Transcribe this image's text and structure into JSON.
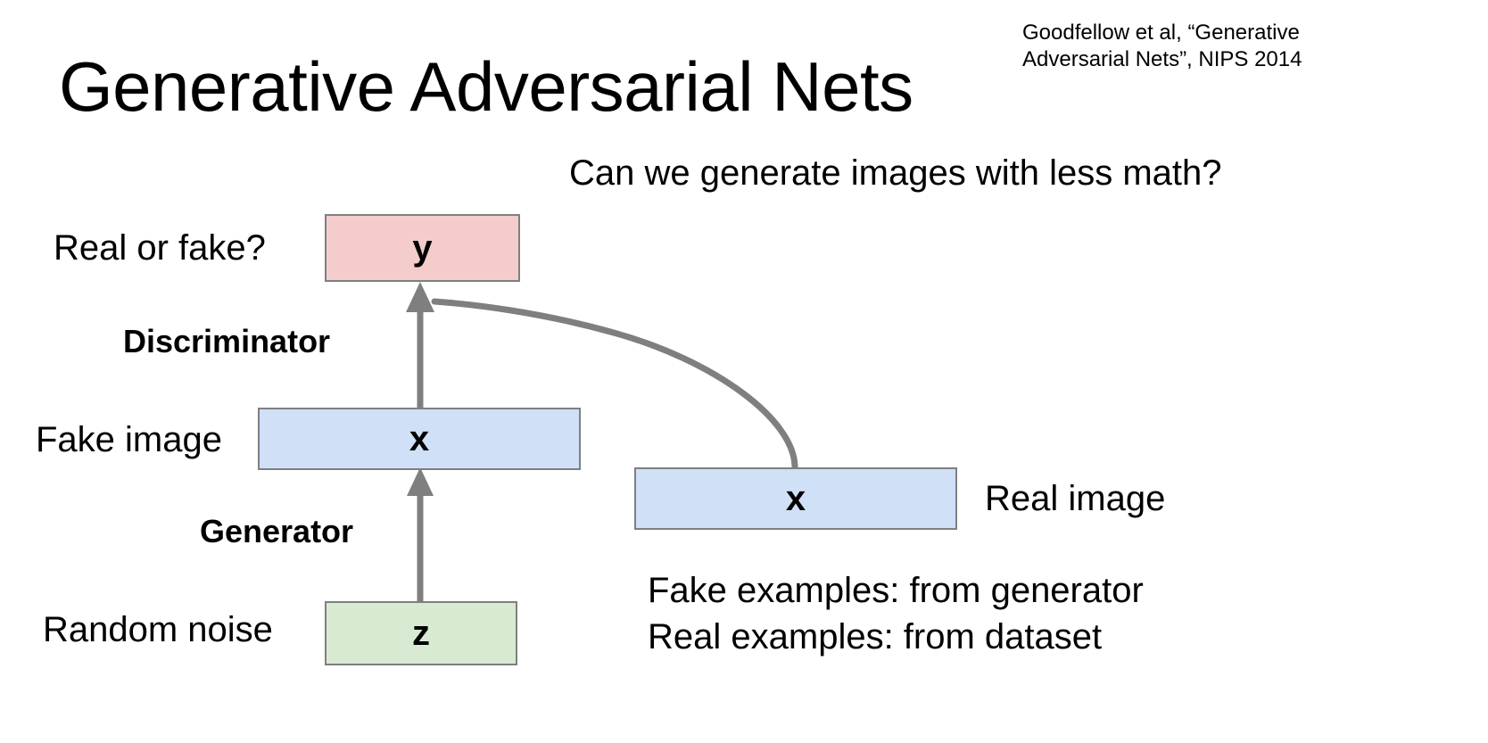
{
  "slide": {
    "title": "Generative Adversarial Nets",
    "subtitle_question": "Can we generate images with less math?",
    "background_color": "#ffffff"
  },
  "citation": {
    "line1": "Goodfellow et al, “Generative",
    "line2": "Adversarial Nets”, NIPS 2014"
  },
  "diagram": {
    "nodes": [
      {
        "id": "y",
        "symbol": "y",
        "side_label": "Real or fake?",
        "fill": "#f4cccc",
        "border": "#7f7f7f"
      },
      {
        "id": "x_fake",
        "symbol": "x",
        "side_label": "Fake image",
        "fill": "#cfe0f7",
        "border": "#7f7f7f"
      },
      {
        "id": "z",
        "symbol": "z",
        "side_label": "Random noise",
        "fill": "#d9ead3",
        "border": "#7f7f7f"
      },
      {
        "id": "x_real",
        "symbol": "x",
        "side_label": "Real image",
        "fill": "#cfe0f7",
        "border": "#7f7f7f"
      }
    ],
    "edges": [
      {
        "id": "z_to_x",
        "label": "Generator",
        "from": "z",
        "to": "x_fake",
        "arrow_color": "#7f7f7f"
      },
      {
        "id": "x_to_y",
        "label": "Discriminator",
        "from": "x_fake",
        "to": "y",
        "arrow_color": "#7f7f7f"
      },
      {
        "id": "xreal_to_y",
        "label": "",
        "from": "x_real",
        "to": "y",
        "arrow_color": "#7f7f7f"
      }
    ]
  },
  "notes": {
    "line1": "Fake examples: from generator",
    "line2": "Real examples: from dataset"
  }
}
